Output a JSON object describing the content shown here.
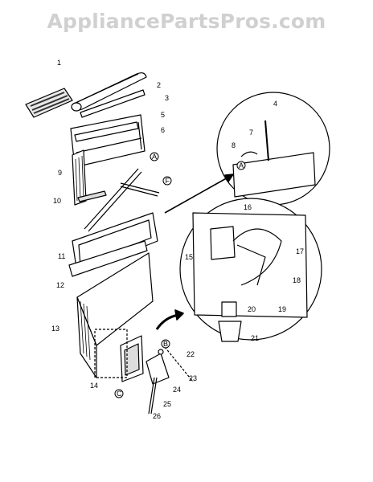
{
  "watermark": "AppliancePartsPros.com",
  "callouts": [
    "1",
    "2",
    "3",
    "5",
    "6",
    "9",
    "10",
    "11",
    "12",
    "13",
    "14",
    "16",
    "15",
    "17",
    "18",
    "19",
    "20",
    "21",
    "22",
    "23",
    "24",
    "25",
    "26",
    "4",
    "7",
    "8"
  ],
  "circled_refs": [
    "A",
    "F",
    "A",
    "C",
    "B"
  ],
  "colors": {
    "line": "#000000",
    "watermark": "#d0d0d0"
  }
}
